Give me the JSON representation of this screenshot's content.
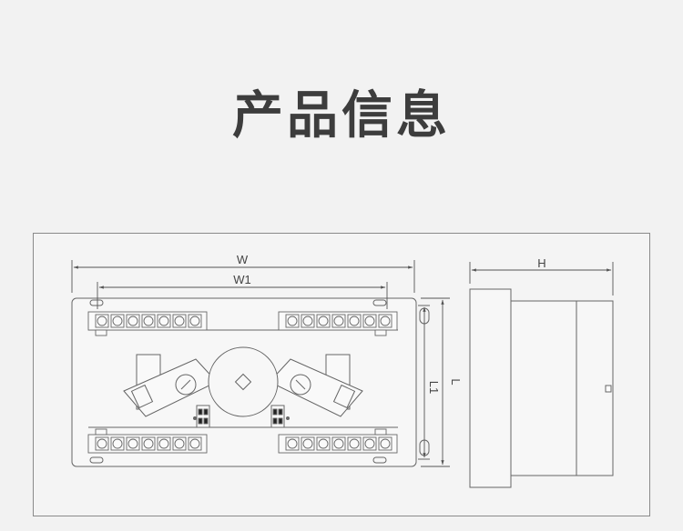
{
  "page": {
    "title": "产品信息"
  },
  "dimensions": {
    "width_label": "W",
    "inner_width_label": "W1",
    "height_label": "H",
    "length_label": "L",
    "inner_length_label": "L1"
  }
}
